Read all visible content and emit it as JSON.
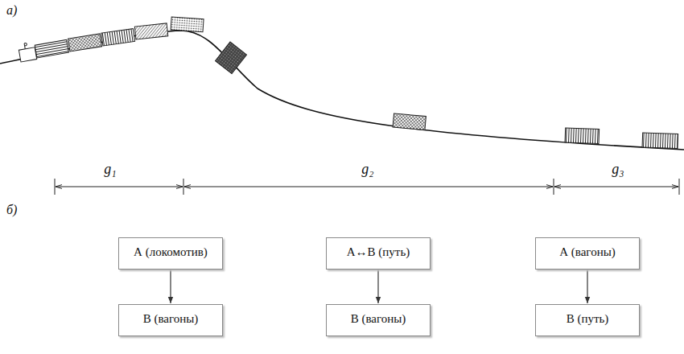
{
  "diagram": {
    "nodes": [
      {
        "text": [
          "А (локомотив)"
        ]
      },
      {
        "text": [
          "В (вагоны)"
        ]
      },
      {
        "text": [
          "А↔В (путь)"
        ]
      },
      {
        "text": [
          "В (вагоны)"
        ]
      },
      {
        "text": [
          "А (вагоны)"
        ]
      },
      {
        "text": [
          "В (путь)"
        ]
      }
    ],
    "edges": [
      {
        "from": 0,
        "to": 1,
        "arrow": "to"
      },
      {
        "from": 2,
        "to": 3,
        "arrow": "to"
      },
      {
        "from": 4,
        "to": 5,
        "arrow": "to"
      }
    ],
    "labels": [
      "а)",
      "б)",
      "g₁",
      "g₂",
      "g₃"
    ]
  }
}
